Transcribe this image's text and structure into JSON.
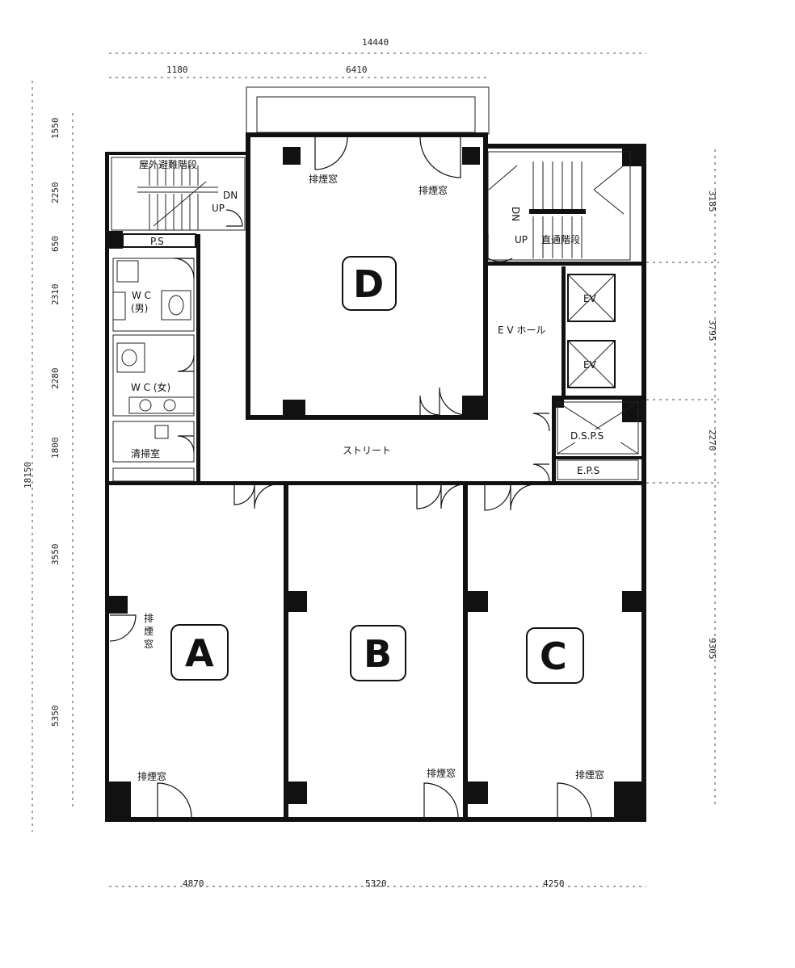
{
  "dimensions": {
    "top_overall": "14440",
    "top_left": "1180",
    "top_mid": "6410",
    "left_1": "1550",
    "left_2": "2250",
    "left_3": "650",
    "left_4": "2310",
    "left_5": "2280",
    "left_6": "1800",
    "left_7": "3550",
    "left_8": "5350",
    "left_total": "18150",
    "right_1": "3185",
    "right_2": "3795",
    "right_3": "2270",
    "right_4": "9305",
    "bottom_1": "4870",
    "bottom_2": "5320",
    "bottom_3": "4250"
  },
  "units": {
    "a": "A",
    "b": "B",
    "c": "C",
    "d": "D"
  },
  "rooms": {
    "outdoor_stairs": "屋外避難階段",
    "dn_left": "DN",
    "up_left": "UP",
    "ps": "P.S",
    "wc_men_1": "W C",
    "wc_men_2": "(男)",
    "wc_women": "W C (女)",
    "cleaning": "清掃室",
    "street": "ストリート",
    "ev_hall": "E V ホール",
    "ev_1": "EV",
    "ev_2": "EV",
    "direct_stairs_up": "UP",
    "direct_stairs_label": "直通階段",
    "direct_stairs_dn": "DN",
    "dsps": "D.S.P.S",
    "eps": "E.P.S",
    "smoke_d1": "排煙窓",
    "smoke_d2": "排煙窓",
    "smoke_a_side_1": "排",
    "smoke_a_side_2": "煙",
    "smoke_a_side_3": "窓",
    "smoke_a": "排煙窓",
    "smoke_b": "排煙窓",
    "smoke_c": "排煙窓"
  }
}
